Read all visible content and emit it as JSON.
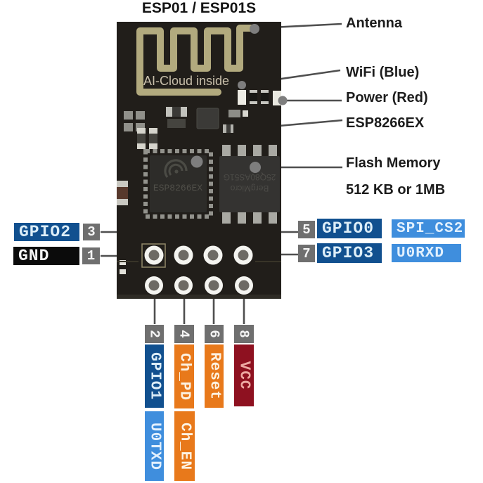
{
  "title": "ESP01 / ESP01S",
  "board": {
    "silkscreen": "AI-Cloud inside",
    "chip_marking": "ESP8266EX",
    "flash_marking_line1": "BergMicro",
    "flash_marking_line2": "25Q80AS51G"
  },
  "callouts": {
    "antenna": "Antenna",
    "wifi_led": "WiFi (Blue)",
    "power_led": "Power (Red)",
    "chip": "ESP8266EX",
    "flash_line1": "Flash Memory",
    "flash_line2": "512 KB or 1MB"
  },
  "pins": {
    "left": [
      {
        "number": "3",
        "label": "GPIO2"
      },
      {
        "number": "1",
        "label": "GND"
      }
    ],
    "right": [
      {
        "number": "5",
        "label": "GPIO0",
        "alt": "SPI_CS2"
      },
      {
        "number": "7",
        "label": "GPIO3",
        "alt": "U0RXD"
      }
    ],
    "bottom": [
      {
        "number": "2",
        "label": "GPIO1",
        "alt": "U0TXD"
      },
      {
        "number": "4",
        "label": "Ch_PD",
        "alt": "Ch_EN"
      },
      {
        "number": "6",
        "label": "Reset"
      },
      {
        "number": "8",
        "label": "VCC"
      }
    ]
  },
  "colors": {
    "gpio_blue": "#11508f",
    "alt_blue": "#3f8edd",
    "orange": "#e8791b",
    "vcc_red": "#8e1120",
    "gnd_black": "#0b0b0b",
    "badge_gray": "#6f6f6f",
    "board_black": "#211e1a",
    "antenna_gold": "#b2aa7e"
  }
}
